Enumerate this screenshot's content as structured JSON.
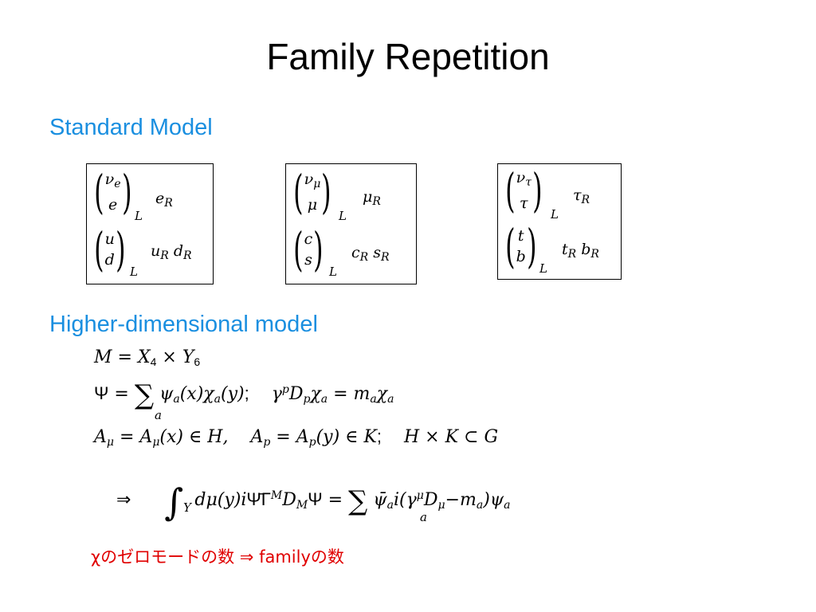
{
  "slide": {
    "title": "Family Repetition",
    "section1": "Standard Model",
    "section2": "Higher-dimensional model",
    "note": "χのゼロモードの数 ⇒ familyの数"
  },
  "families": [
    {
      "lepton_top": "ν",
      "lepton_top_sub": "e",
      "lepton_bottom": "e",
      "lepton_R": "e",
      "quark_top": "u",
      "quark_bottom": "d",
      "quark_R1": "u",
      "quark_R2": "d",
      "L": "L",
      "R": "R"
    },
    {
      "lepton_top": "ν",
      "lepton_top_sub": "μ",
      "lepton_bottom": "μ",
      "lepton_R": "μ",
      "quark_top": "c",
      "quark_bottom": "s",
      "quark_R1": "c",
      "quark_R2": "s",
      "L": "L",
      "R": "R"
    },
    {
      "lepton_top": "ν",
      "lepton_top_sub": "τ",
      "lepton_bottom": "τ",
      "lepton_R": "τ",
      "quark_top": "t",
      "quark_bottom": "b",
      "quark_R1": "t",
      "quark_R2": "b",
      "L": "L",
      "R": "R"
    }
  ],
  "equations": {
    "eq1": {
      "lhs": "M = X",
      "n4": "4",
      "times": " × Y",
      "n6": "6"
    },
    "eq2": {
      "psi": "Ψ",
      "eq": " = ",
      "sum": "∑",
      "sum_index": "a",
      "term": "ψ",
      "term_sub": "a",
      "rest": "(x)χ",
      "rest_sub": "a",
      "rest2": "(y)",
      "semi": ";",
      "gamma": "γ",
      "gamma_sup": "p",
      "dirac": "D",
      "dirac_sub": "p",
      "chi": "χ",
      "chi_sub": "a",
      "eq2": " = m",
      "m_sub": "a",
      "chi2": "χ",
      "chi2_sub": "a"
    },
    "eq3": {
      "a1": "A",
      "a1_sub": "μ",
      "mid1": " = A",
      "mid1_sub": "μ",
      "rest1": "(x) ∈ H,",
      "a2": "A",
      "a2_sub": "p",
      "mid2": " = A",
      "mid2_sub": "p",
      "rest2": "(y) ∈ K",
      "semi": ";",
      "rest3": "H × K ⊂ G"
    },
    "eq4": {
      "implies": "⇒",
      "integral": "∫",
      "int_sub": "Y",
      "body1": "dμ(y)i",
      "psibar": "Ψ̄",
      "gamma": "Γ",
      "gamma_sup": "M",
      "body2": "D",
      "body2_sub": "M",
      "psi": "Ψ",
      "eq": " = ",
      "sum": "∑",
      "sum_index": "a",
      "rhs1": "ψ̄",
      "rhs1_sub": "a",
      "rhs2": "i(γ",
      "rhs2_sup": "μ",
      "rhs3": "D",
      "rhs3_sub": "μ",
      "rhs4": "−m",
      "rhs4_sub": "a",
      "rhs5": ")ψ",
      "rhs5_sub": "a"
    }
  }
}
